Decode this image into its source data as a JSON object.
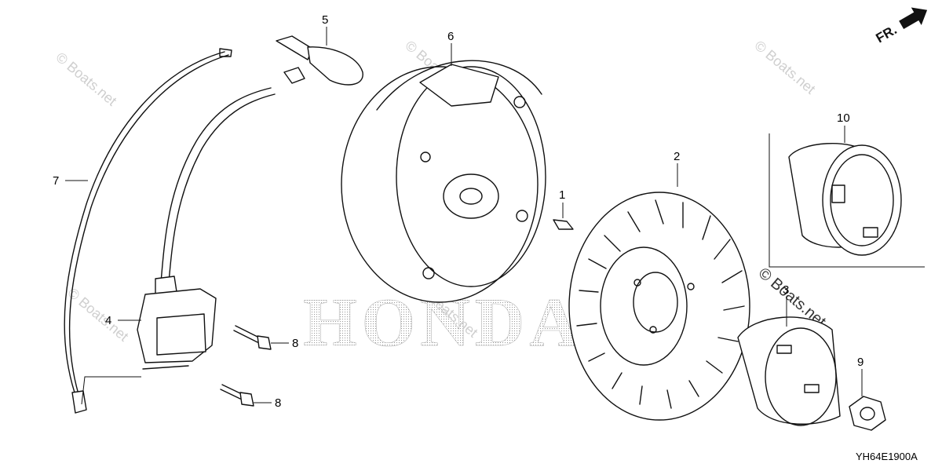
{
  "diagram": {
    "brand_watermark": "HONDA",
    "site_watermark": "© Boats.net",
    "direction_label": "FR.",
    "diagram_code": "YH64E1900A",
    "callouts": [
      {
        "id": "1",
        "label": "1"
      },
      {
        "id": "2",
        "label": "2"
      },
      {
        "id": "3",
        "label": "3"
      },
      {
        "id": "4",
        "label": "4"
      },
      {
        "id": "5",
        "label": "5"
      },
      {
        "id": "6",
        "label": "6"
      },
      {
        "id": "7",
        "label": "7"
      },
      {
        "id": "8a",
        "label": "8"
      },
      {
        "id": "8b",
        "label": "8"
      },
      {
        "id": "9",
        "label": "9"
      },
      {
        "id": "10",
        "label": "10"
      }
    ]
  }
}
